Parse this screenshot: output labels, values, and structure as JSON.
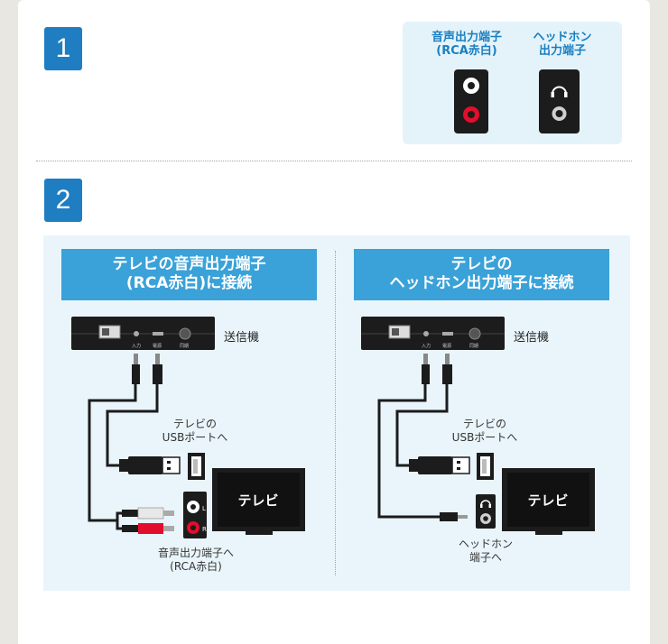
{
  "steps": {
    "one": "1",
    "two": "2"
  },
  "ports": {
    "rca_label_line1": "音声出力端子",
    "rca_label_line2": "(RCA赤白)",
    "headphone_label_line1": "ヘッドホン",
    "headphone_label_line2": "出力端子"
  },
  "left": {
    "header_line1": "テレビの音声出力端子",
    "header_line2": "(RCA赤白)に接続",
    "transmitter_label": "送信機",
    "usb_label_line1": "テレビの",
    "usb_label_line2": "USBポートへ",
    "audio_label_line1": "音声出力端子へ",
    "audio_label_line2": "(RCA赤白)",
    "tv_text": "テレビ",
    "rca_l": "L",
    "rca_r": "R"
  },
  "right": {
    "header_line1": "テレビの",
    "header_line2": "ヘッドホン出力端子に接続",
    "transmitter_label": "送信機",
    "usb_label_line1": "テレビの",
    "usb_label_line2": "USBポートへ",
    "headphone_label_line1": "ヘッドホン",
    "headphone_label_line2": "端子へ",
    "tv_text": "テレビ"
  },
  "device": {
    "input": "入力",
    "power": "電源",
    "pair": "同期"
  },
  "colors": {
    "accent": "#1f7ec2",
    "header": "#3aa2d8",
    "rca_red": "#e30e2b",
    "panel_bg": "#eaf5fb"
  }
}
